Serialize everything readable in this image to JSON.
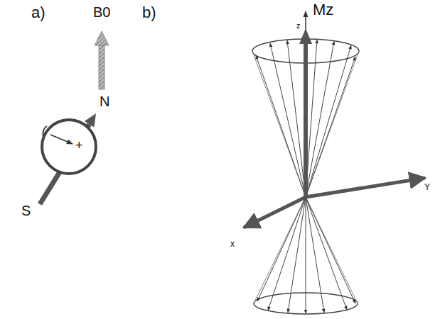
{
  "diagram": {
    "labels": [
      "a)",
      "B0",
      "b)",
      "N",
      "S",
      "+",
      "Mz",
      "z",
      "Y",
      "x"
    ]
  }
}
